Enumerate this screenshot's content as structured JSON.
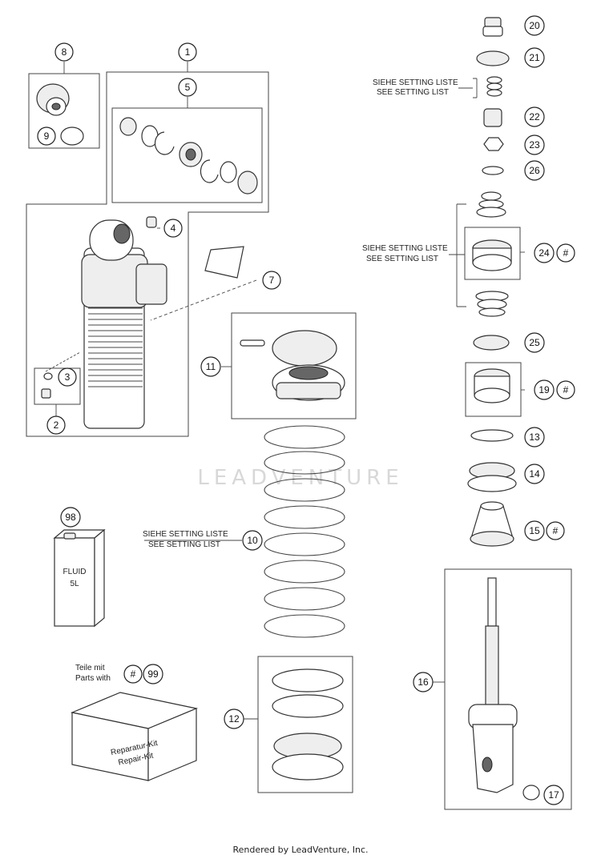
{
  "callouts": {
    "c1": "1",
    "c2": "2",
    "c3": "3",
    "c4": "4",
    "c5": "5",
    "c7": "7",
    "c8": "8",
    "c9": "9",
    "c10": "10",
    "c11": "11",
    "c12": "12",
    "c13": "13",
    "c14": "14",
    "c15": "15",
    "c16": "16",
    "c17": "17",
    "c19": "19",
    "c20": "20",
    "c21": "21",
    "c22": "22",
    "c23": "23",
    "c24": "24",
    "c25": "25",
    "c26": "26",
    "c98": "98",
    "c99": "99",
    "hash": "#"
  },
  "notes": {
    "setting_de": "SIEHE SETTING LISTE",
    "setting_en": "SEE SETTING LIST",
    "parts_de": "Teile mit",
    "parts_en": "Parts with"
  },
  "labels": {
    "fluid": "FLUID",
    "fluid_volume": "5L",
    "kit_de": "Reparatur-Kit",
    "kit_en": "Repair-Kit"
  },
  "watermark": "LEADVENTURE",
  "footer": "Rendered by LeadVenture, Inc."
}
